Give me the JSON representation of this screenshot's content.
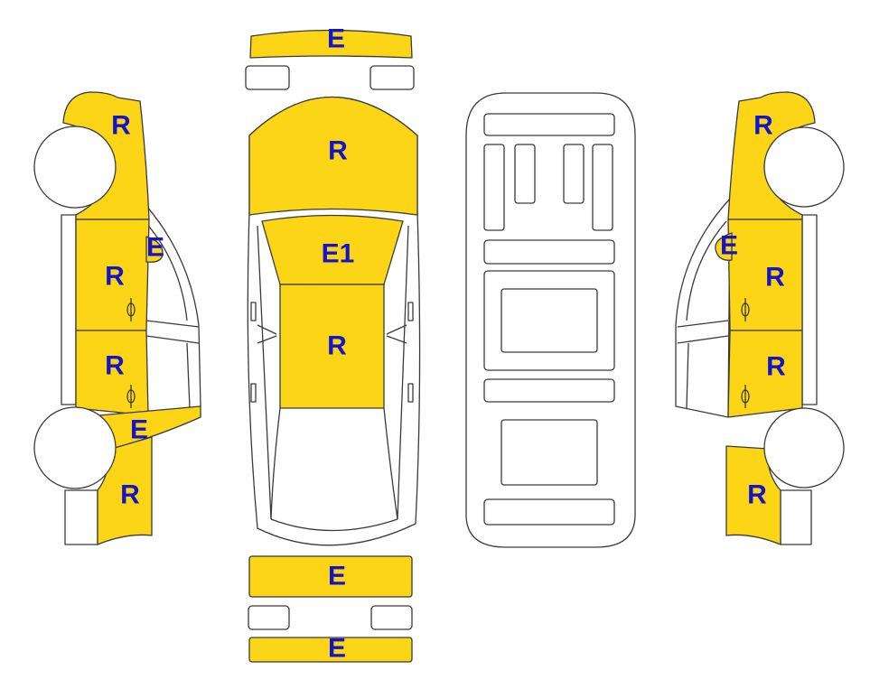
{
  "colors": {
    "damaged_fill": "#FCD616",
    "undamaged_fill": "#FFFFFF",
    "outline": "#3A3A3A",
    "label": "#1414C8"
  },
  "labels": {
    "front_bumper": "E",
    "hood": "R",
    "roof": "E1",
    "trunk": "R",
    "rear_bumper_upper": "E",
    "rear_bumper_lower": "E",
    "left_front_fender": "R",
    "left_mirror": "E",
    "left_front_door": "R",
    "left_rear_door": "R",
    "left_rocker": "E",
    "left_rear_quarter": "R",
    "right_front_fender": "R",
    "right_mirror": "E",
    "right_front_door": "R",
    "right_rear_door": "R",
    "right_rear_quarter": "R"
  }
}
